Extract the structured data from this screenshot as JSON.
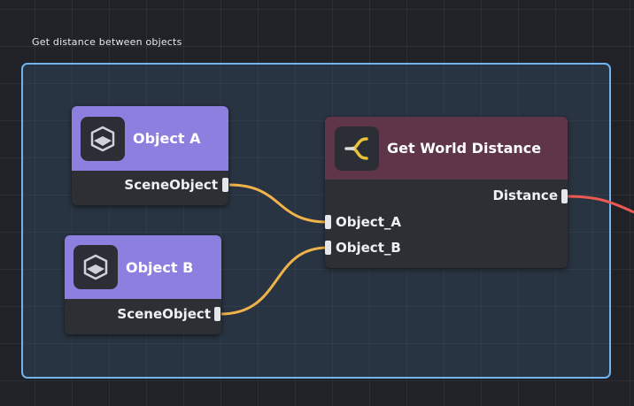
{
  "group": {
    "title": "Get distance between objects"
  },
  "nodes": {
    "object_a": {
      "title": "Object A",
      "output_label": "SceneObject",
      "icon": "cube-icon",
      "header_color": "#8d7fe0"
    },
    "object_b": {
      "title": "Object B",
      "output_label": "SceneObject",
      "icon": "cube-icon",
      "header_color": "#8d7fe0"
    },
    "get_world_distance": {
      "title": "Get World Distance",
      "icon": "branch-icon",
      "header_color": "#5e3549",
      "output_label": "Distance",
      "inputs": [
        "Object_A",
        "Object_B"
      ]
    }
  },
  "colors": {
    "group_border": "#6fb3ef",
    "wire_object": "#f0b24a",
    "wire_distance": "#e85a52"
  }
}
